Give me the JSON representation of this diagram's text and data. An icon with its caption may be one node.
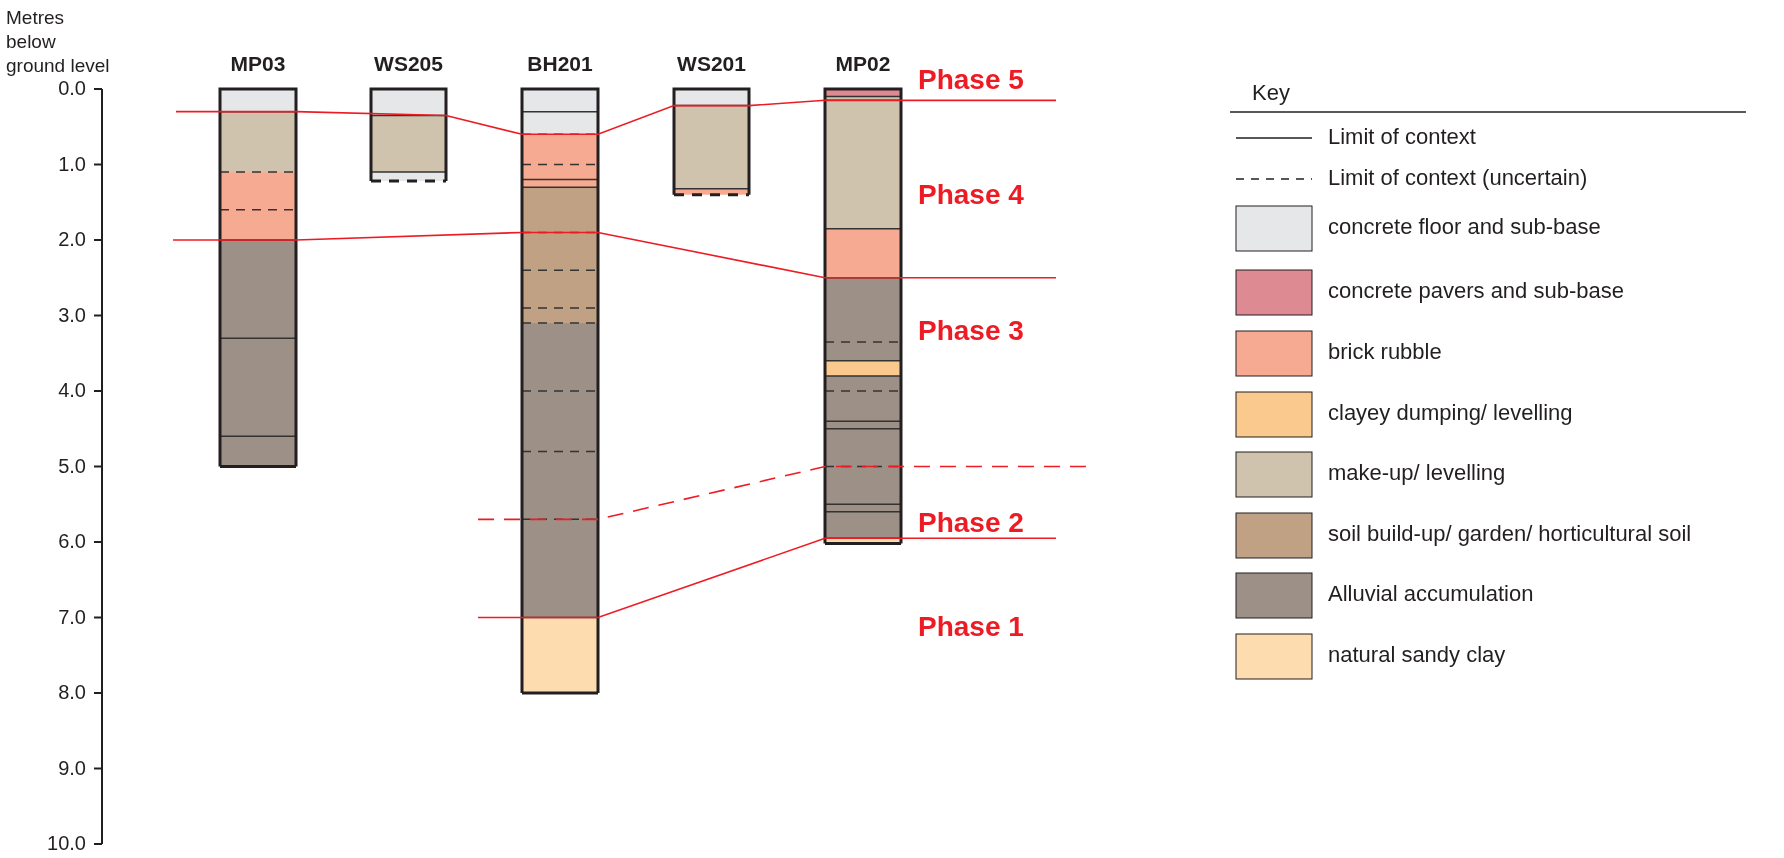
{
  "diagram": {
    "nodes": [
      {
        "text": [
          "MP03"
        ]
      },
      {
        "text": [
          "WS205"
        ]
      },
      {
        "text": [
          "BH201"
        ]
      },
      {
        "text": [
          "WS201"
        ]
      },
      {
        "text": [
          "MP02"
        ]
      }
    ],
    "labels": [
      "Metres below ground level",
      "0.0",
      "1.0",
      "2.0",
      "3.0",
      "4.0",
      "5.0",
      "6.0",
      "7.0",
      "8.0",
      "9.0",
      "10.0",
      "Phase 5",
      "Phase 4",
      "Phase 3",
      "Phase 2",
      "Phase 1",
      "Key"
    ],
    "legend": [
      {
        "text": "Limit of context"
      },
      {
        "text": "Limit of context (uncertain)"
      },
      {
        "text": "concrete floor and sub-base",
        "color": "#e6e7e9"
      },
      {
        "text": "concrete pavers and sub-base",
        "color": "#dd8a92"
      },
      {
        "text": "brick rubble",
        "color": "#f7aa92"
      },
      {
        "text": "clayey dumping/ levelling",
        "color": "#f9c98e"
      },
      {
        "text": "make-up/ levelling",
        "color": "#d0c3ae"
      },
      {
        "text": "soil build-up/ garden/ horticultural soil",
        "color": "#c0a183"
      },
      {
        "text": "Alluvial accumulation",
        "color": "#9c9087"
      },
      {
        "text": "natural sandy clay",
        "color": "#fddcaf"
      }
    ]
  }
}
